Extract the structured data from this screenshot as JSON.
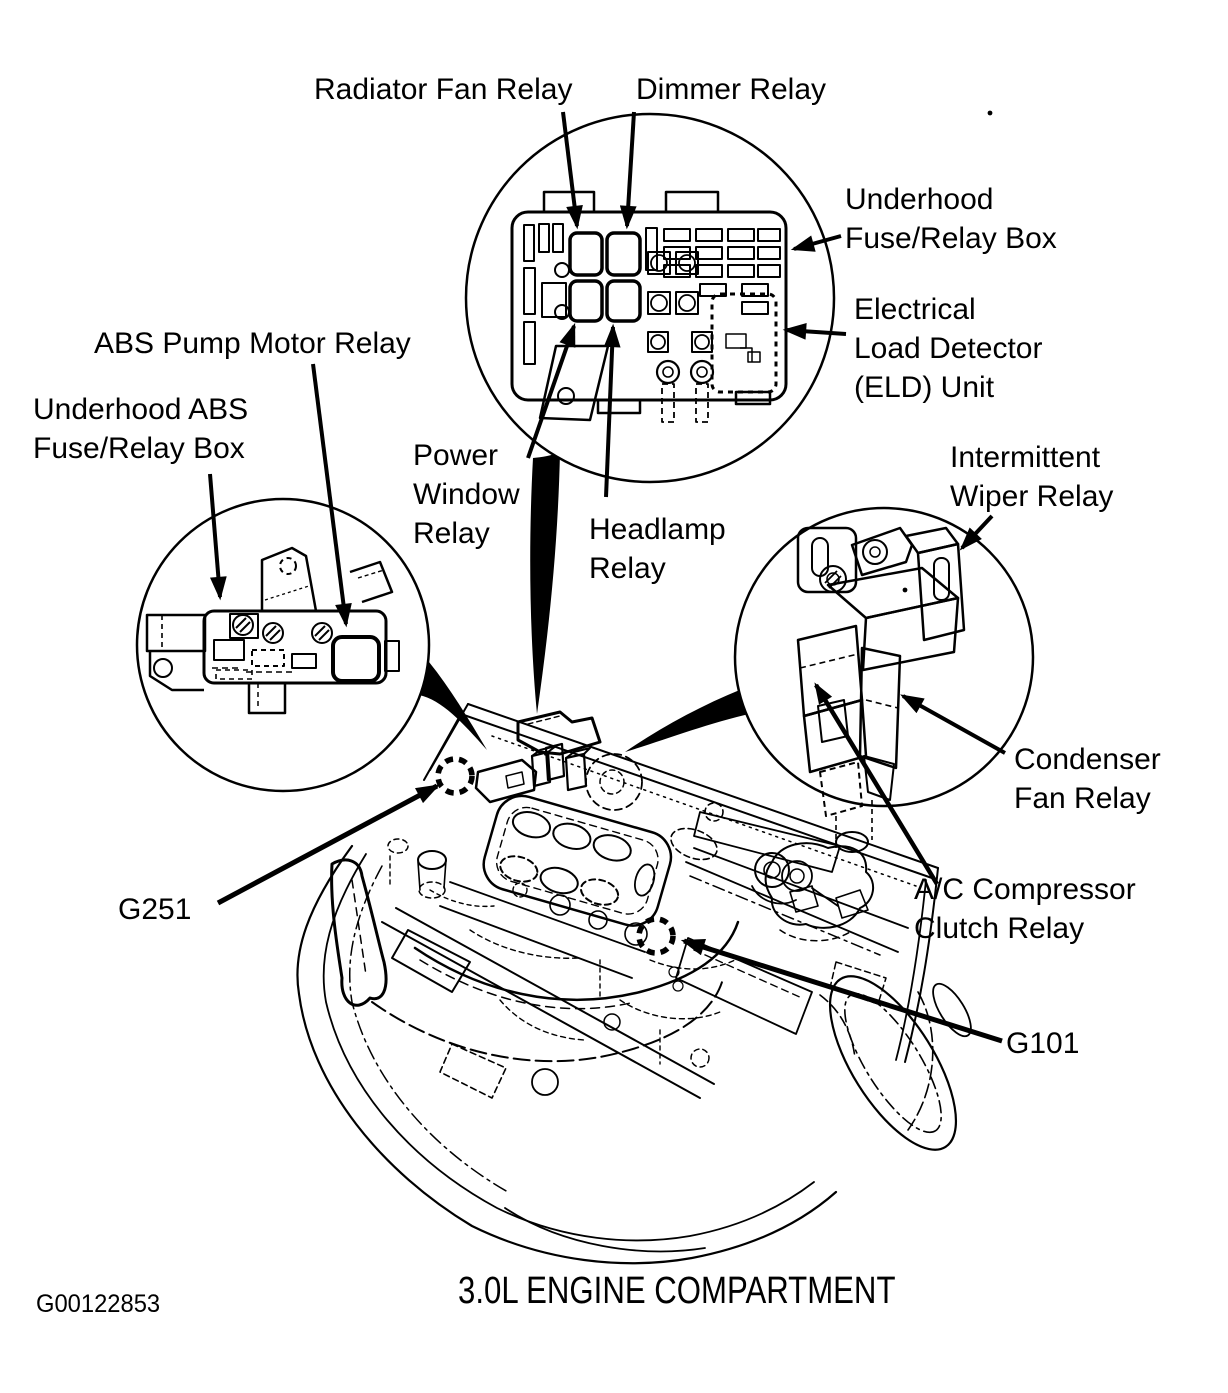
{
  "figure": {
    "caption": "3.0L ENGINE COMPARTMENT",
    "code": "G00122853"
  },
  "labels": {
    "radiator_fan_relay": "Radiator Fan Relay",
    "dimmer_relay": "Dimmer Relay",
    "underhood_fuse_relay_box": "Underhood\nFuse/Relay Box",
    "electrical_load_detector": "Electrical\nLoad Detector\n(ELD) Unit",
    "abs_pump_motor_relay": "ABS Pump Motor Relay",
    "underhood_abs_fuse_relay_box": "Underhood ABS\nFuse/Relay Box",
    "power_window_relay": "Power\nWindow\nRelay",
    "headlamp_relay": "Headlamp\nRelay",
    "intermittent_wiper_relay": "Intermittent\nWiper Relay",
    "condenser_fan_relay": "Condenser\nFan Relay",
    "ac_compressor_clutch_relay": "A/C Compressor\nClutch Relay",
    "ground_g251": "G251",
    "ground_g101": "G101"
  },
  "colors": {
    "ink": "#000000",
    "paper": "#ffffff"
  }
}
